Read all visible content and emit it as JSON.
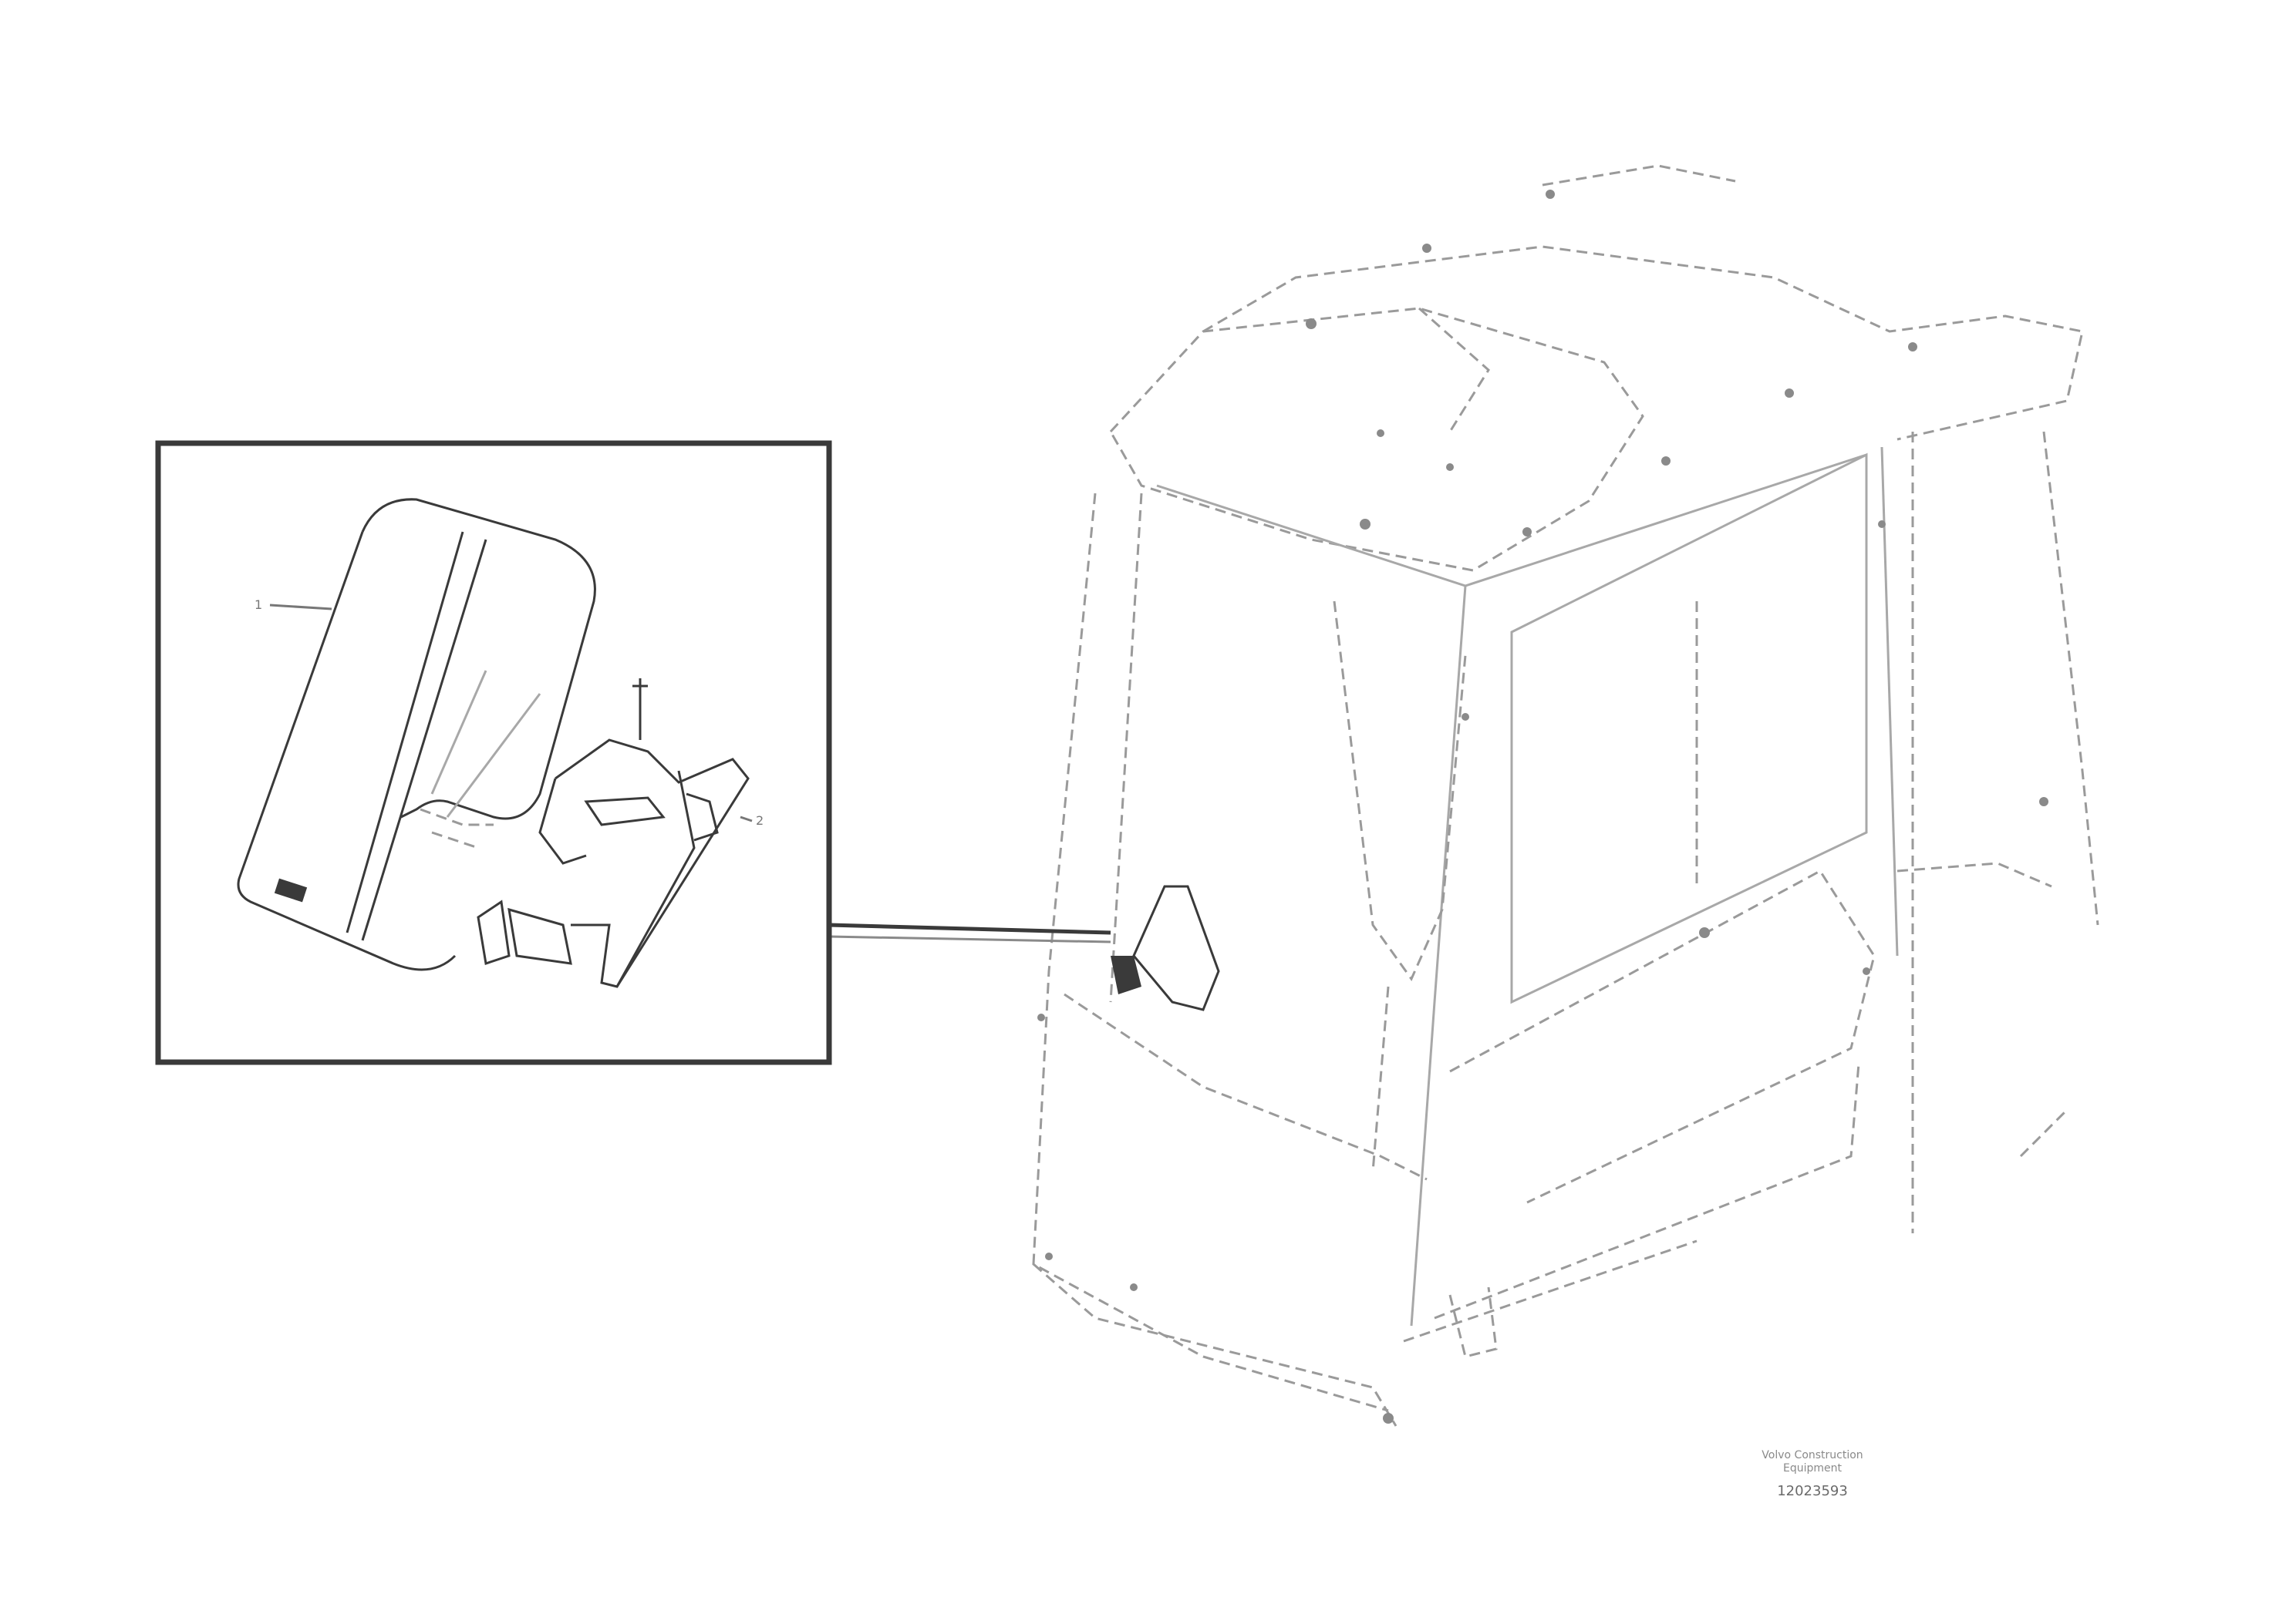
{
  "callouts": [
    {
      "id": "item-1",
      "label": "1"
    },
    {
      "id": "item-2",
      "label": "2"
    }
  ],
  "footer": {
    "copyright_line1": "Volvo Construction",
    "copyright_line2": "Equipment",
    "drawing_code": "12023593"
  },
  "colors": {
    "ink": "#3a3a3a",
    "faint_ink": "#9a9a9a",
    "background": "#ffffff"
  }
}
